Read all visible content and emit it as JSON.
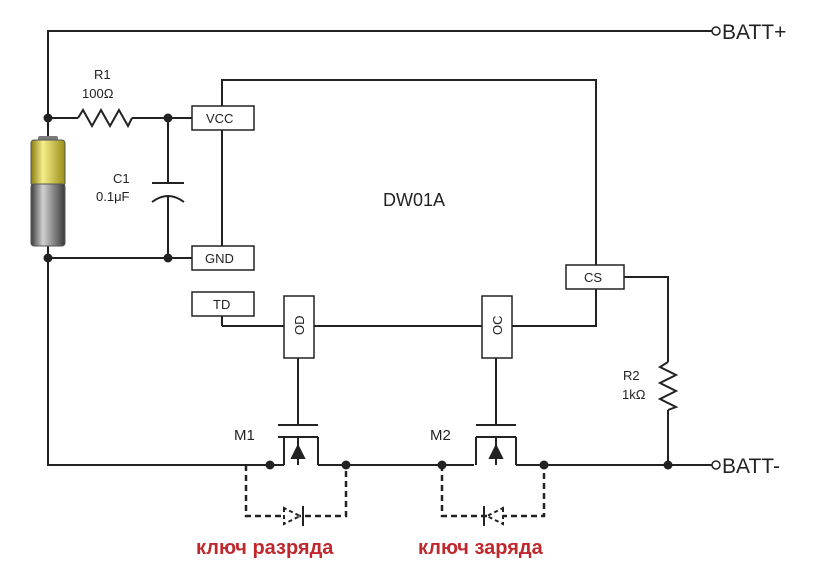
{
  "chip": {
    "name": "DW01A",
    "pins": {
      "vcc": "VCC",
      "gnd": "GND",
      "td": "TD",
      "od": "OD",
      "oc": "OC",
      "cs": "CS"
    }
  },
  "terminals": {
    "batt_plus": "BATT+",
    "batt_minus": "BATT-"
  },
  "components": {
    "r1": {
      "name": "R1",
      "value": "100Ω"
    },
    "c1": {
      "name": "C1",
      "value": "0.1μF"
    },
    "r2": {
      "name": "R2",
      "value": "1kΩ"
    },
    "m1": {
      "name": "M1"
    },
    "m2": {
      "name": "M2"
    }
  },
  "annotations": {
    "discharge_switch": "ключ разряда",
    "charge_switch": "ключ заряда"
  },
  "colors": {
    "wire": "#222222",
    "annotation": "#c0282d",
    "battery_top": "#e8e07a",
    "battery_body": "#8a8a8a"
  }
}
